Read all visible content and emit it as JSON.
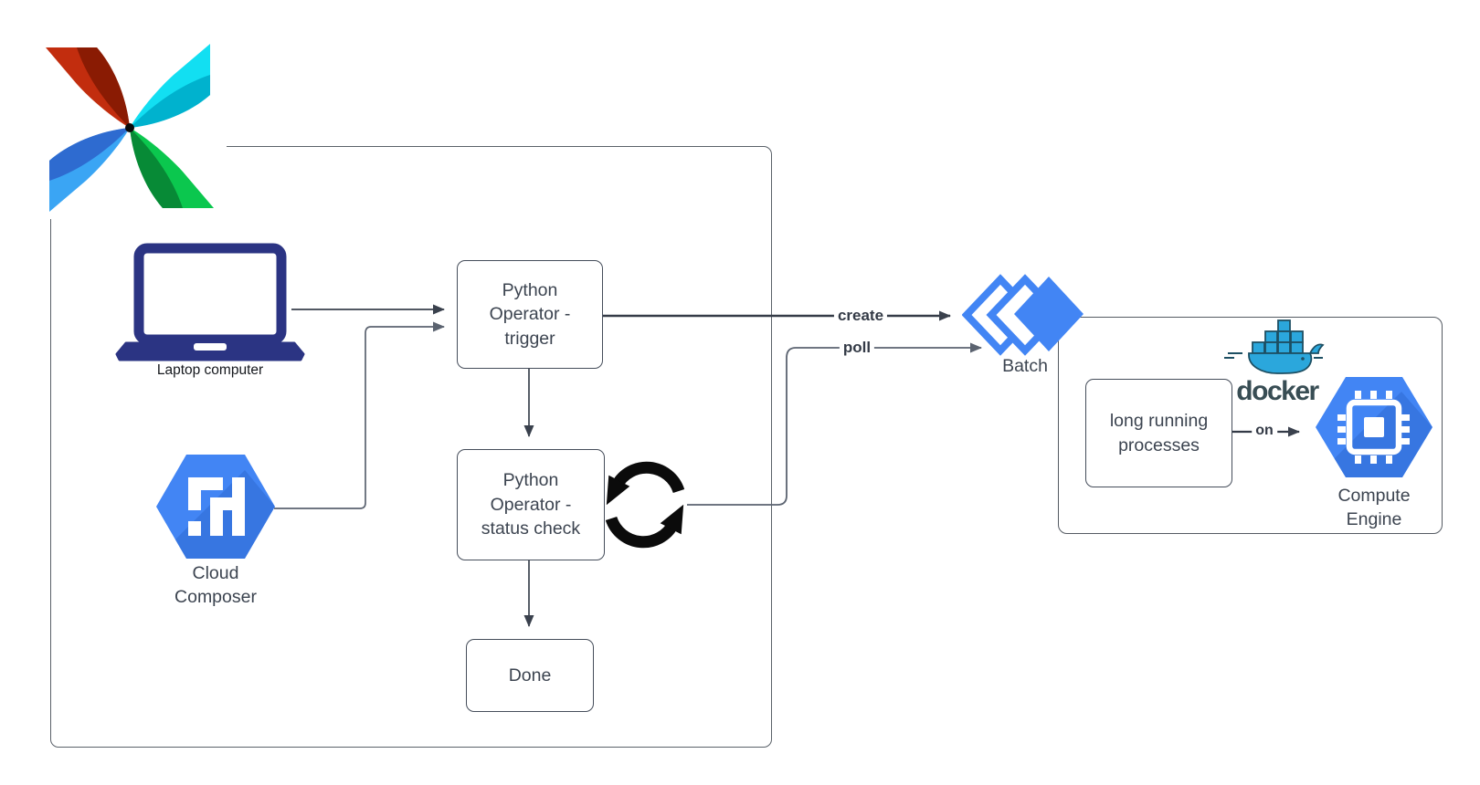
{
  "nodes": {
    "trigger": {
      "label": "Python Operator - trigger"
    },
    "status_check": {
      "label": "Python Operator - status check"
    },
    "done": {
      "label": "Done"
    },
    "long_running": {
      "label": "long running processes"
    }
  },
  "labels": {
    "laptop": "Laptop computer",
    "composer": "Cloud Composer",
    "batch": "Batch",
    "compute_engine": "Compute Engine",
    "docker_wordmark": "docker"
  },
  "edges": {
    "create": "create",
    "poll": "poll",
    "on": "on"
  },
  "icons": {
    "airflow": "apache-airflow-pinwheel-icon",
    "laptop": "laptop-icon",
    "composer": "cloud-composer-hexagon-icon",
    "refresh": "refresh-loop-icon",
    "batch": "gcp-batch-diamonds-icon",
    "docker": "docker-whale-icon",
    "compute_engine": "compute-engine-hexagon-icon"
  },
  "colors": {
    "gcp_blue": "#4285F4",
    "gcp_blue_shade": "#2A63C9",
    "laptop_navy": "#2B3483",
    "docker_blue": "#2BA7DC",
    "docker_outline": "#1D4F63",
    "docker_text": "#384D54",
    "line_dark": "#3A414D",
    "line_gray": "#5B6370",
    "text_dark": "#3C4450"
  }
}
